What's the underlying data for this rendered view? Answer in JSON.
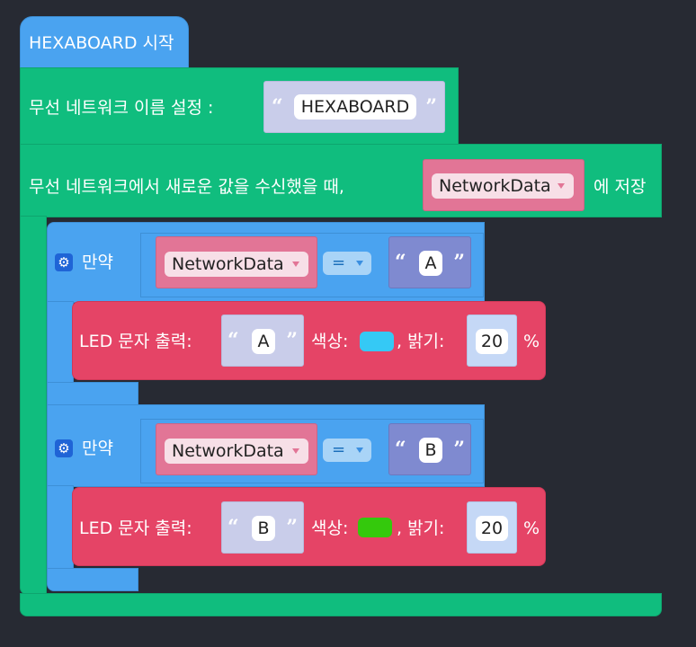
{
  "colors": {
    "background": "#272a33",
    "event_block": "#4aa3f0",
    "network_block": "#10bd7e",
    "if_block": "#4aa3f0",
    "led_block": "#e54466",
    "variable_block": "#e27596",
    "string_block": "#c9cdea",
    "chip_A": "#35c9f5",
    "chip_B": "#34c90c"
  },
  "start_block": {
    "label": "HEXABOARD 시작"
  },
  "set_name_block": {
    "label": "무선 네트워크 이름 설정 :",
    "open_quote": "“",
    "value": "HEXABOARD",
    "close_quote": "”"
  },
  "receive_block": {
    "label_prefix": "무선 네트워크에서 새로운 값을 수신했을 때,",
    "variable": "NetworkData",
    "label_suffix": "에 저장"
  },
  "if_blocks": [
    {
      "icon": "gear-icon",
      "label": "만약",
      "variable": "NetworkData",
      "operator": "=",
      "open_quote": "“",
      "compare_value": "A",
      "close_quote": "”",
      "led": {
        "label": "LED 문자 출력:",
        "open_quote": "“",
        "text_value": "A",
        "close_quote": "”",
        "color_label": "색상:",
        "color_name": "light-blue",
        "brightness_label": ", 밝기:",
        "brightness": "20",
        "unit": "%"
      }
    },
    {
      "icon": "gear-icon",
      "label": "만약",
      "variable": "NetworkData",
      "operator": "=",
      "open_quote": "“",
      "compare_value": "B",
      "close_quote": "”",
      "led": {
        "label": "LED 문자 출력:",
        "open_quote": "“",
        "text_value": "B",
        "close_quote": "”",
        "color_label": "색상:",
        "color_name": "green",
        "brightness_label": ", 밝기:",
        "brightness": "20",
        "unit": "%"
      }
    }
  ]
}
